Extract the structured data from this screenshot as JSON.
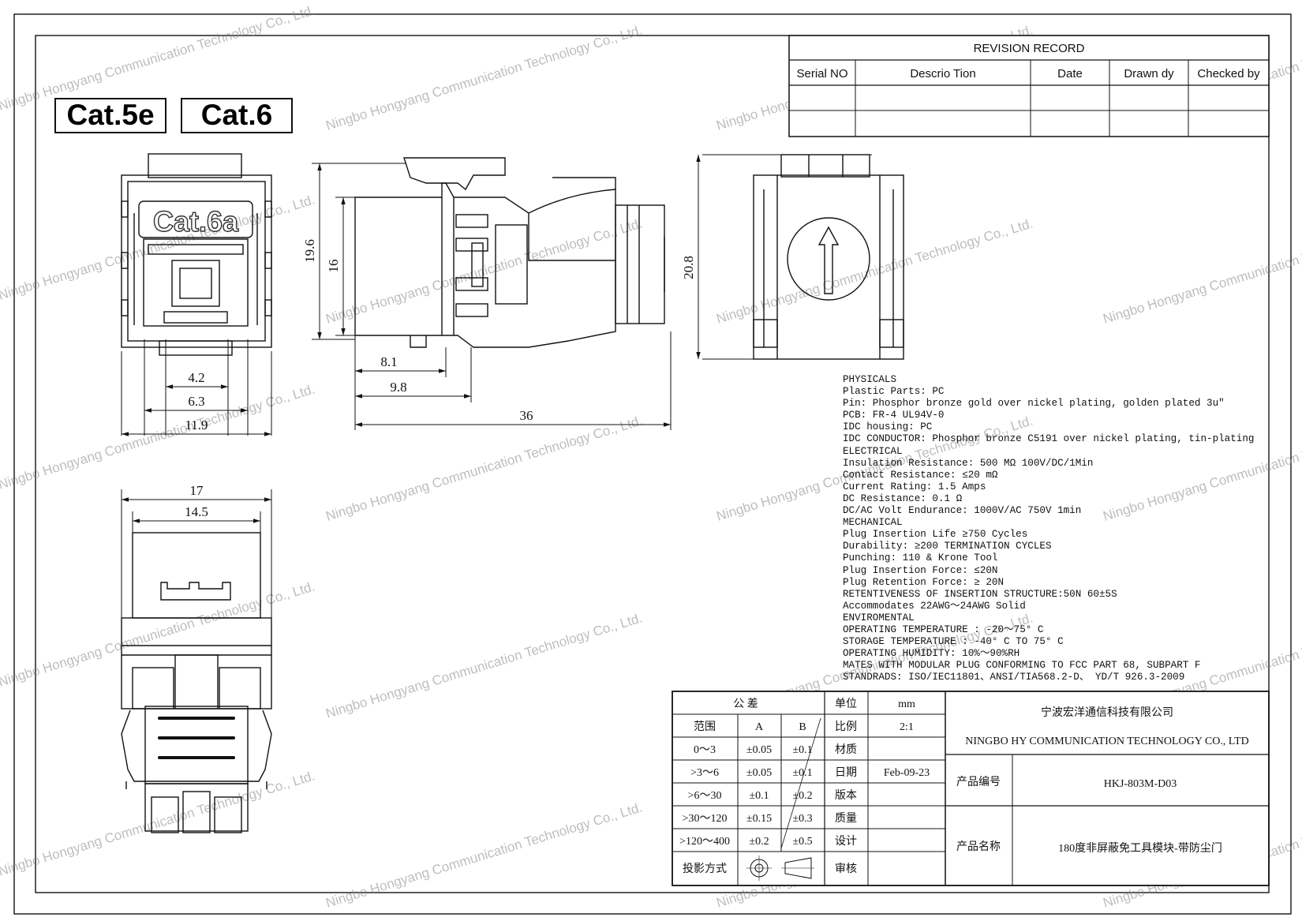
{
  "badges": {
    "cat5e": "Cat.5e",
    "cat6": "Cat.6",
    "cat6a": "Cat.6a"
  },
  "watermark": "Ningbo Hongyang Communication Technology Co., Ltd.",
  "revision": {
    "title": "REVISION RECORD",
    "headers": [
      "Serial NO",
      "Descrio Tion",
      "Date",
      "Drawn dy",
      "Checked by"
    ]
  },
  "dimensions": {
    "front_h1": "19.6",
    "front_h2": "16",
    "w42": "4.2",
    "w63": "6.3",
    "w119": "11.9",
    "side_81": "8.1",
    "side_98": "9.8",
    "side_36": "36",
    "rear_h": "20.8",
    "top_17": "17",
    "top_145": "14.5"
  },
  "specs": [
    "PHYSICALS",
    "Plastic Parts: PC",
    "Pin: Phosphor bronze gold over nickel plating, golden plated 3u\"",
    "PCB: FR-4 UL94V-0",
    "IDC housing: PC",
    "IDC CONDUCTOR: Phosphor bronze C5191 over nickel plating, tin-plating",
    "ELECTRICAL",
    "Insulation Resistance: 500 MΩ  100V/DC/1Min",
    "Contact Resistance: ≤20 mΩ",
    "Current Rating: 1.5 Amps",
    "DC Resistance: 0.1  Ω",
    "DC/AC Volt Endurance: 1000V/AC 750V 1min",
    "MECHANICAL",
    "Plug Insertion Life ≥750 Cycles",
    "Durability: ≥200 TERMINATION CYCLES",
    "Punching: 110 & Krone Tool",
    "Plug Insertion Force: ≤20N",
    "Plug Retention Force: ≥ 20N",
    "RETENTIVENESS OF INSERTION STRUCTURE:50N 60±5S",
    "Accommodates 22AWG～24AWG Solid",
    "ENVIROMENTAL",
    "OPERATING TEMPERATURE : -20～75° C",
    "STORAGE TEMPERATURE : -40° C TO 75° C",
    "OPERATING HUMIDITY: 10%～90%RH",
    "MATES WITH MODULAR PLUG CONFORMING TO FCC PART 68, SUBPART F",
    "STANDRADS: ISO/IEC11801、ANSI/TIA568.2-D、 YD/T 926.3-2009"
  ],
  "title_block": {
    "tol_header": "公    差",
    "range_header": "范围",
    "col_a": "A",
    "col_b": "B",
    "rows": [
      {
        "range": "0～3",
        "a": "±0.05",
        "b": "±0.1"
      },
      {
        "range": ">3～6",
        "a": "±0.05",
        "b": "±0.1"
      },
      {
        "range": ">6～30",
        "a": "±0.1",
        "b": "±0.2"
      },
      {
        "range": ">30～120",
        "a": "±0.15",
        "b": "±0.3"
      },
      {
        "range": ">120～400",
        "a": "±0.2",
        "b": "±0.5"
      }
    ],
    "projection_label": "投影方式",
    "unit_label": "单位",
    "unit_value": "mm",
    "scale_label": "比例",
    "scale_value": "2:1",
    "material_label": "材质",
    "material_value": "",
    "date_label": "日期",
    "date_value": "Feb-09-23",
    "version_label": "版本",
    "version_value": "",
    "quality_label": "质量",
    "quality_value": "",
    "design_label": "设计",
    "design_value": "",
    "review_label": "审核",
    "review_value": "",
    "company_cn": "宁波宏洋通信科技有限公司",
    "company_en": "NINGBO HY COMMUNICATION TECHNOLOGY CO., LTD",
    "product_no_label": "产品编号",
    "product_no": "HKJ-803M-D03",
    "product_name_label": "产品名称",
    "product_name": "180度非屏蔽免工具模块-带防尘门"
  }
}
